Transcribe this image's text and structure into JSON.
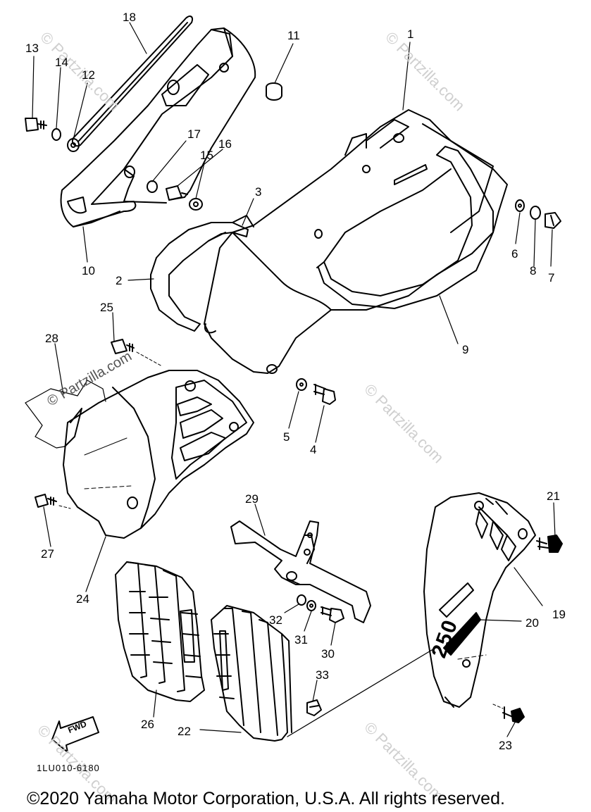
{
  "diagram": {
    "callouts": [
      {
        "num": "1"
      },
      {
        "num": "2"
      },
      {
        "num": "3"
      },
      {
        "num": "4"
      },
      {
        "num": "5"
      },
      {
        "num": "6"
      },
      {
        "num": "7"
      },
      {
        "num": "8"
      },
      {
        "num": "9"
      },
      {
        "num": "10"
      },
      {
        "num": "11"
      },
      {
        "num": "12"
      },
      {
        "num": "13"
      },
      {
        "num": "14"
      },
      {
        "num": "15"
      },
      {
        "num": "16"
      },
      {
        "num": "17"
      },
      {
        "num": "18"
      },
      {
        "num": "19"
      },
      {
        "num": "20"
      },
      {
        "num": "21"
      },
      {
        "num": "22"
      },
      {
        "num": "23"
      },
      {
        "num": "24"
      },
      {
        "num": "25"
      },
      {
        "num": "26"
      },
      {
        "num": "27"
      },
      {
        "num": "28"
      },
      {
        "num": "29"
      },
      {
        "num": "30"
      },
      {
        "num": "31"
      },
      {
        "num": "32"
      },
      {
        "num": "33"
      }
    ],
    "fwd_label": "FWD",
    "decal_text": "250",
    "diagram_code": "1LU010-6180",
    "watermark": "© Partzilla.com",
    "copyright": "©2020 Yamaha Motor Corporation, U.S.A. All rights reserved."
  }
}
